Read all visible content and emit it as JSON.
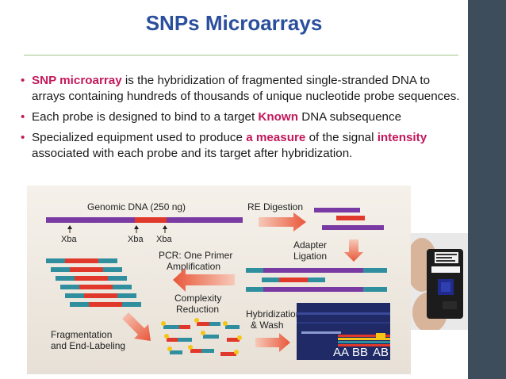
{
  "slide": {
    "title": "SNPs Microarrays",
    "bullets": [
      {
        "pre": "",
        "hl1": "SNP microarray",
        "mid": " is the hybridization of fragmented single-stranded DNA to arrays containing hundreds of thousands of unique nucleotide probe sequences.",
        "hl2": "",
        "post": ""
      },
      {
        "pre": "Each probe is designed to bind to a target ",
        "hl1": "Known",
        "mid": " DNA subsequence",
        "hl2": "",
        "post": ""
      },
      {
        "pre": "Specialized equipment used to produce ",
        "hl1": "a measure",
        "mid": " of the signal ",
        "hl2": "intensity",
        "post": " associated with each probe and its target after hybridization."
      }
    ]
  },
  "figure": {
    "genomic_label": "Genomic DNA (250 ng)",
    "xba1": "Xba",
    "xba2": "Xba",
    "xba3": "Xba",
    "re_digestion": "RE Digestion",
    "adapter_line1": "Adapter",
    "adapter_line2": "Ligation",
    "pcr_line1": "PCR: One Primer",
    "pcr_line2": "Amplification",
    "complexity_line1": "Complexity",
    "complexity_line2": "Reduction",
    "hyb_line1": "Hybridization",
    "hyb_line2": "& Wash",
    "frag_line1": "Fragmentation",
    "frag_line2": "and End-Labeling",
    "genotype_aa": "AA",
    "genotype_bb": "BB",
    "genotype_ab": "AB"
  },
  "colors": {
    "title": "#2a4f9d",
    "highlight": "#c2185b",
    "purple_strand": "#7a3aa3",
    "red_strand": "#e0382a",
    "teal_strand": "#2f8f9e",
    "arrow": "#e8573a",
    "sidebar": "#3e4d5c"
  }
}
